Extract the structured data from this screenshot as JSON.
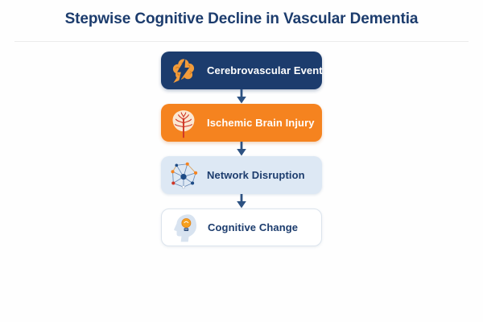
{
  "title": "Stepwise Cognitive Decline in Vascular Dementia",
  "colors": {
    "navy": "#1c3c6d",
    "orange": "#f5831f",
    "light_blue": "#dde8f4",
    "white": "#ffffff",
    "arrow": "#2d5282",
    "divider": "#ececec",
    "outlined_box_border": "#dce4ed"
  },
  "steps": [
    {
      "label": "Cerebrovascular Event",
      "icon": "brain-lightning-icon",
      "bg": "#1c3c6d",
      "text_color": "#ffffff"
    },
    {
      "label": "Ischemic Brain Injury",
      "icon": "brain-vessels-icon",
      "bg": "#f5831f",
      "text_color": "#ffffff"
    },
    {
      "label": "Network Disruption",
      "icon": "network-nodes-icon",
      "bg": "#dde8f4",
      "text_color": "#1c3c6d"
    },
    {
      "label": "Cognitive Change",
      "icon": "head-lightbulb-icon",
      "bg": "#ffffff",
      "text_color": "#1c3c6d",
      "border": "#dce4ed"
    }
  ],
  "connector": {
    "type": "down-arrow",
    "color": "#2d5282"
  }
}
